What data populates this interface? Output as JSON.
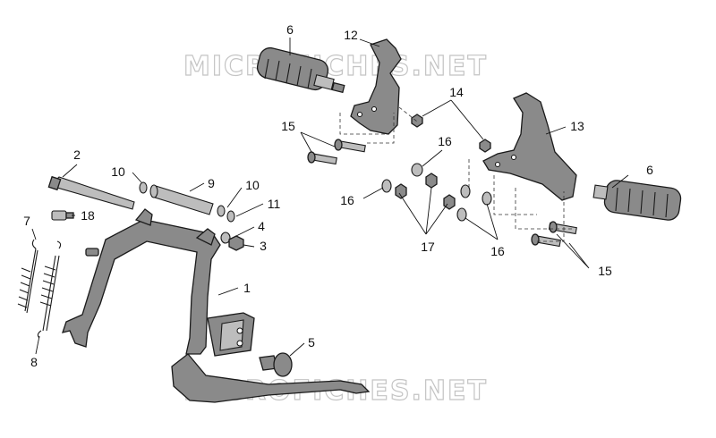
{
  "watermark": "MICROFICHES.NET",
  "callouts": [
    "1",
    "2",
    "3",
    "4",
    "5",
    "6",
    "7",
    "8",
    "9",
    "10",
    "11",
    "12",
    "13",
    "14",
    "15",
    "16",
    "17",
    "18"
  ]
}
